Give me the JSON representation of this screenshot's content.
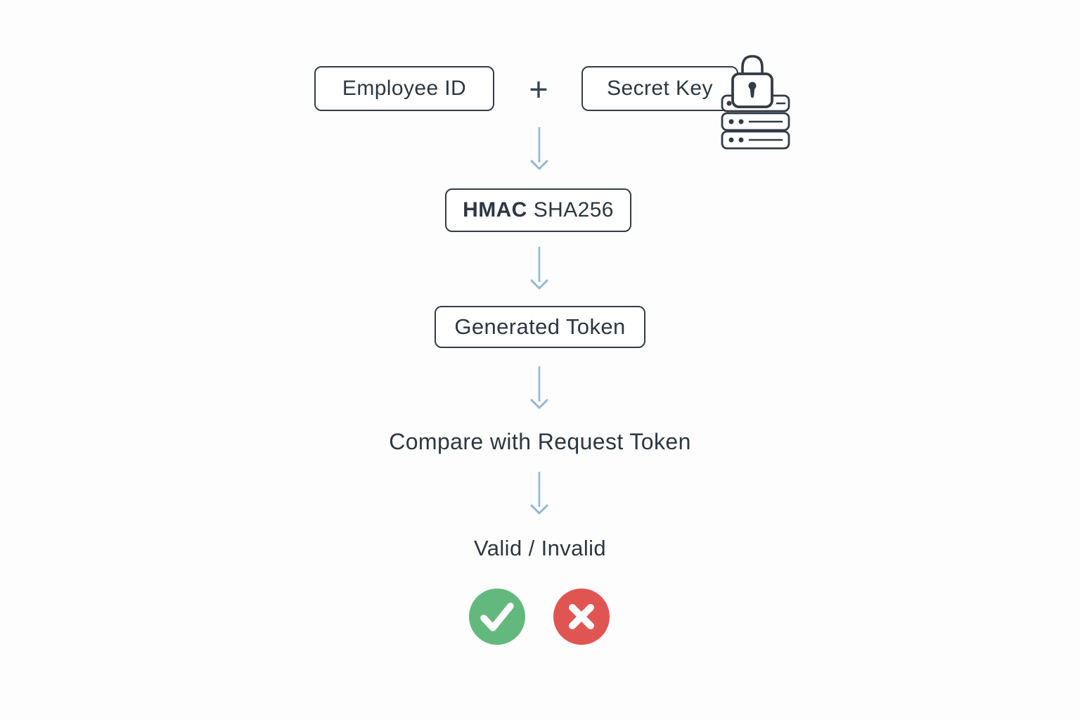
{
  "nodes": {
    "employee_id_label": "Employee ID",
    "plus_sign": "+",
    "secret_key_label": "Secret Key",
    "hmac_label_bold": "HMAC",
    "hmac_label_algorithm": "SHA256",
    "generated_token_label": "Generated Token",
    "compare_label": "Compare with Request Token",
    "result_label": "Valid / Invalid"
  },
  "icons": {
    "secret_key_icons": [
      "lock-icon",
      "server-stack-icon"
    ],
    "connector_icon": "arrow-down-icon",
    "valid_icon": "check-circle-icon",
    "invalid_icon": "x-circle-icon"
  },
  "colors": {
    "background": "#fdfdfd",
    "box_border": "#343d46",
    "text": "#2d3741",
    "arrow": "#92b7d4",
    "success": "#63b97d",
    "error": "#e05552",
    "icon_stroke": "#333b44"
  }
}
